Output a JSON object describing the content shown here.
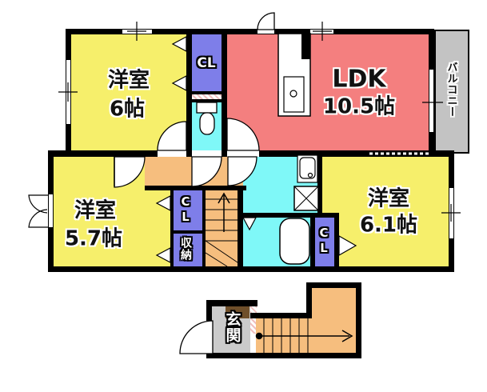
{
  "floorplan": {
    "bedroom1": {
      "name": "洋室",
      "size": "6帖"
    },
    "closet1": {
      "label": "CL"
    },
    "ldk": {
      "name": "LDK",
      "size": "10.5帖"
    },
    "balcony": {
      "label": "バルコニー"
    },
    "bedroom2": {
      "name": "洋室",
      "size": "5.7帖"
    },
    "closet2": {
      "label": "CL",
      "storage_label": "収納"
    },
    "bedroom3": {
      "name": "洋室",
      "size": "6.1帖"
    },
    "closet3": {
      "label": "CL"
    },
    "entrance": {
      "label": "玄関"
    },
    "colors": {
      "room_yellow": "#f6ef6b",
      "ldk_red": "#f47f7f",
      "closet_blue": "#7e7ee9",
      "water_cyan": "#7ff8f8",
      "stair_hall_orange": "#f6be7e",
      "balcony_gray": "#c3c3c3",
      "entrance_gray": "#cbcbcb",
      "shoe_cabinet_brown": "#6f4f2a",
      "wall_black": "#000000"
    }
  }
}
